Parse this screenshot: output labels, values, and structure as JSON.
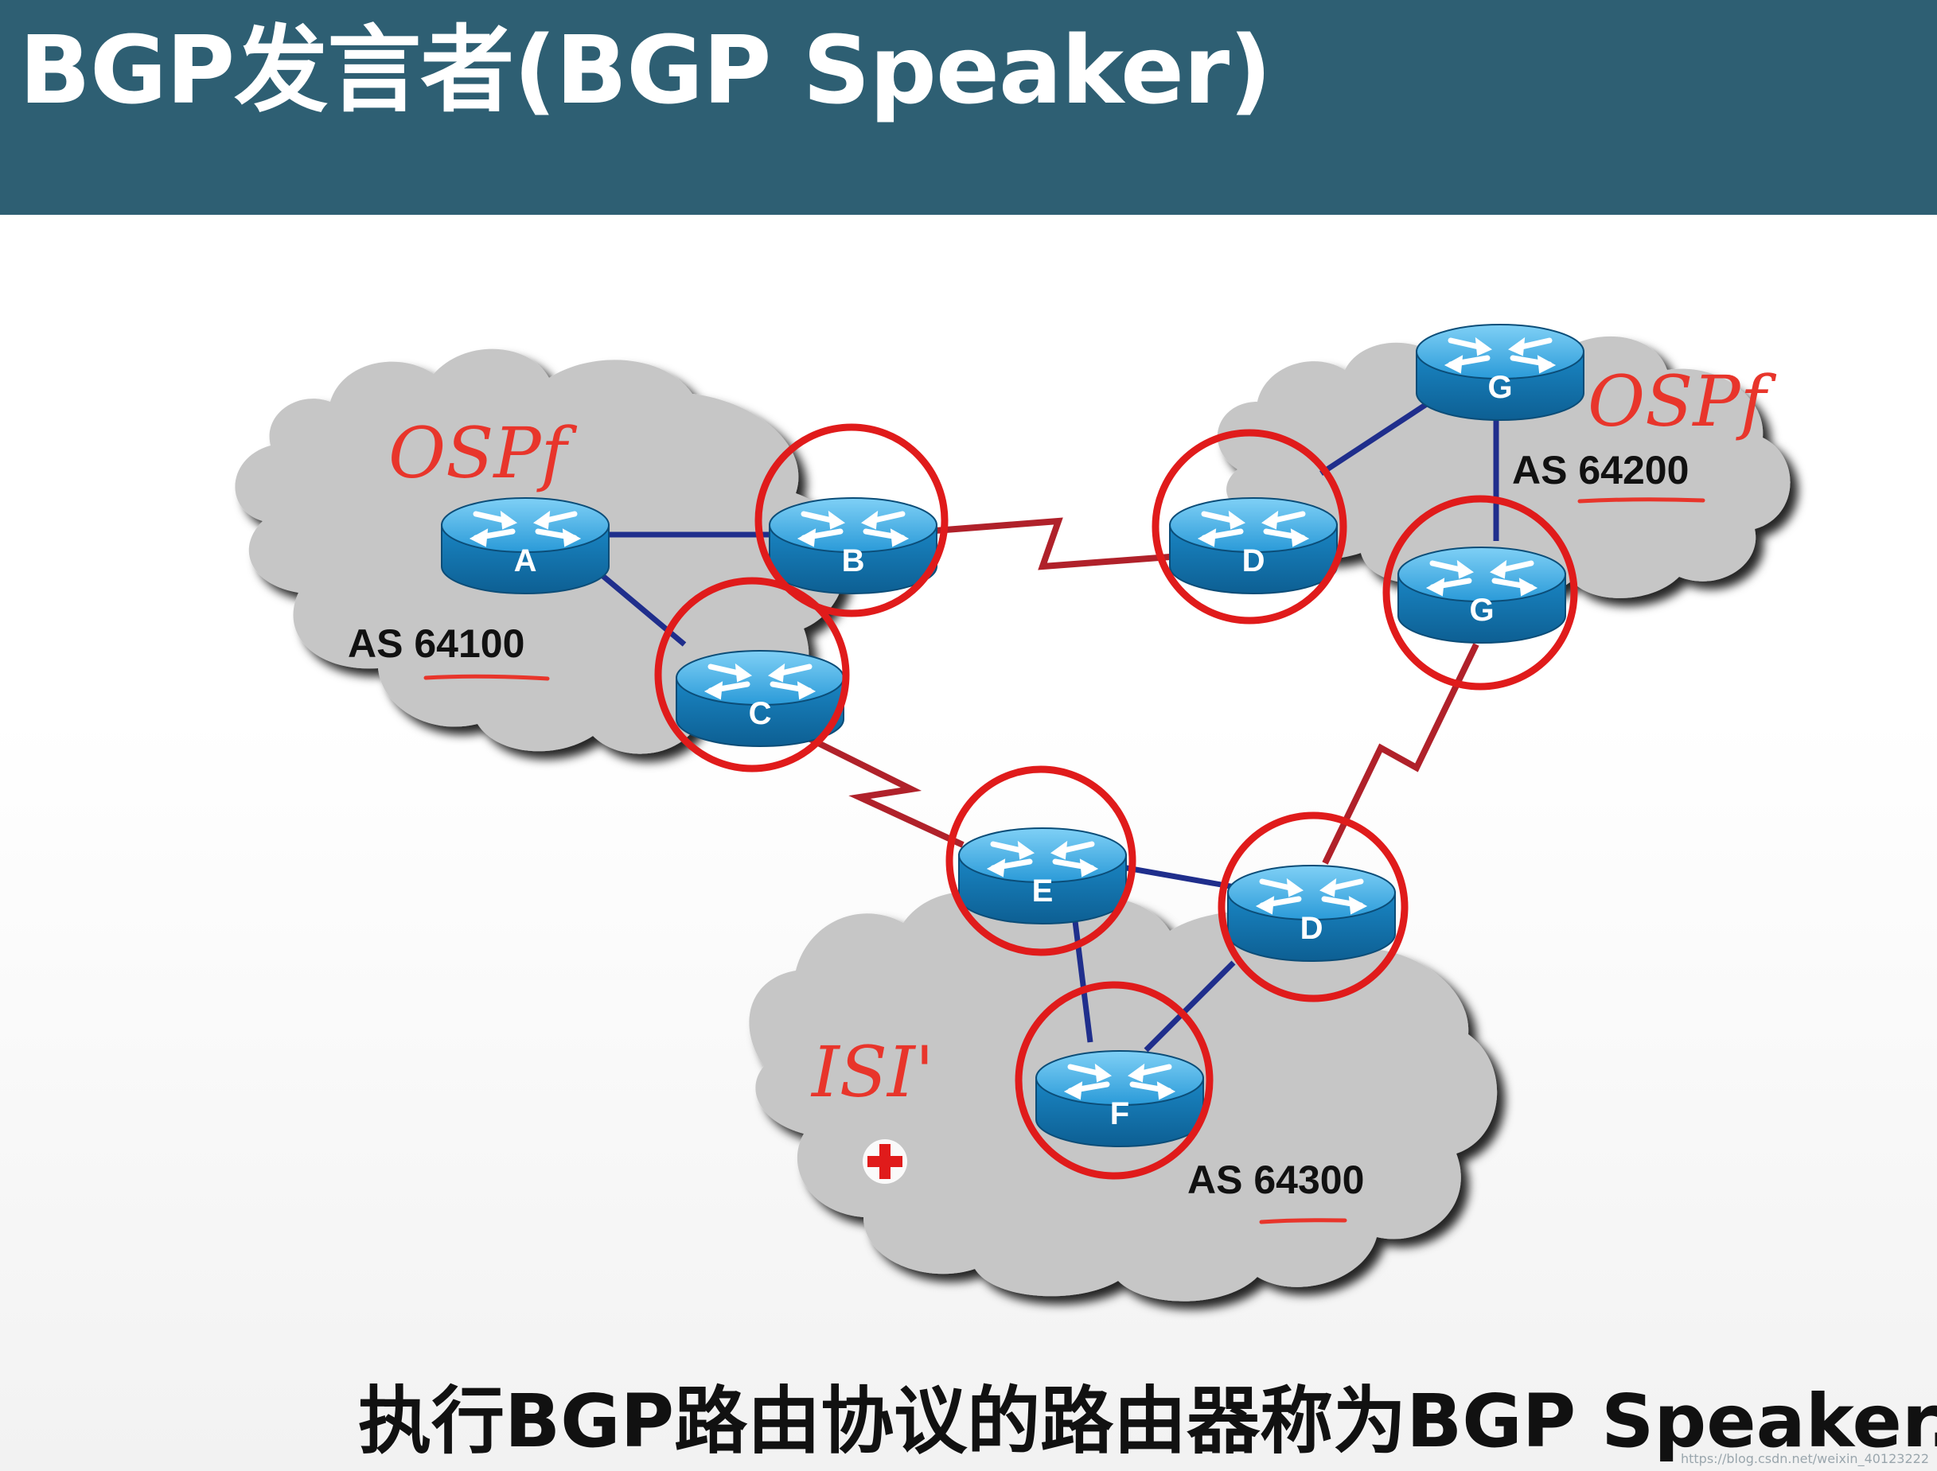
{
  "header": {
    "title": "BGP发言者(BGP Speaker)"
  },
  "diagram": {
    "autonomous_systems": [
      {
        "id": "as1",
        "label": "AS 64100",
        "annotation": "OSPf"
      },
      {
        "id": "as2",
        "label": "AS 64200",
        "annotation": "OSPf"
      },
      {
        "id": "as3",
        "label": "AS 64300",
        "annotation": "ISI'"
      }
    ],
    "routers": [
      {
        "id": "A",
        "label": "A",
        "speaker": false
      },
      {
        "id": "B",
        "label": "B",
        "speaker": true
      },
      {
        "id": "C",
        "label": "C",
        "speaker": true
      },
      {
        "id": "D1",
        "label": "D",
        "speaker": true
      },
      {
        "id": "G1",
        "label": "G",
        "speaker": false
      },
      {
        "id": "G2",
        "label": "G",
        "speaker": true
      },
      {
        "id": "E",
        "label": "E",
        "speaker": true
      },
      {
        "id": "D2",
        "label": "D",
        "speaker": true
      },
      {
        "id": "F",
        "label": "F",
        "speaker": true
      }
    ],
    "colors": {
      "internal_link": "#1f2e8c",
      "external_link": "#b0212a",
      "speaker_circle": "#e01b1b",
      "cloud": "#c6c6c6",
      "router": "#1f8fd0"
    }
  },
  "caption": "执行BGP路由协议的路由器称为BGP Speaker.",
  "watermark": "https://blog.csdn.net/weixin_40123222"
}
